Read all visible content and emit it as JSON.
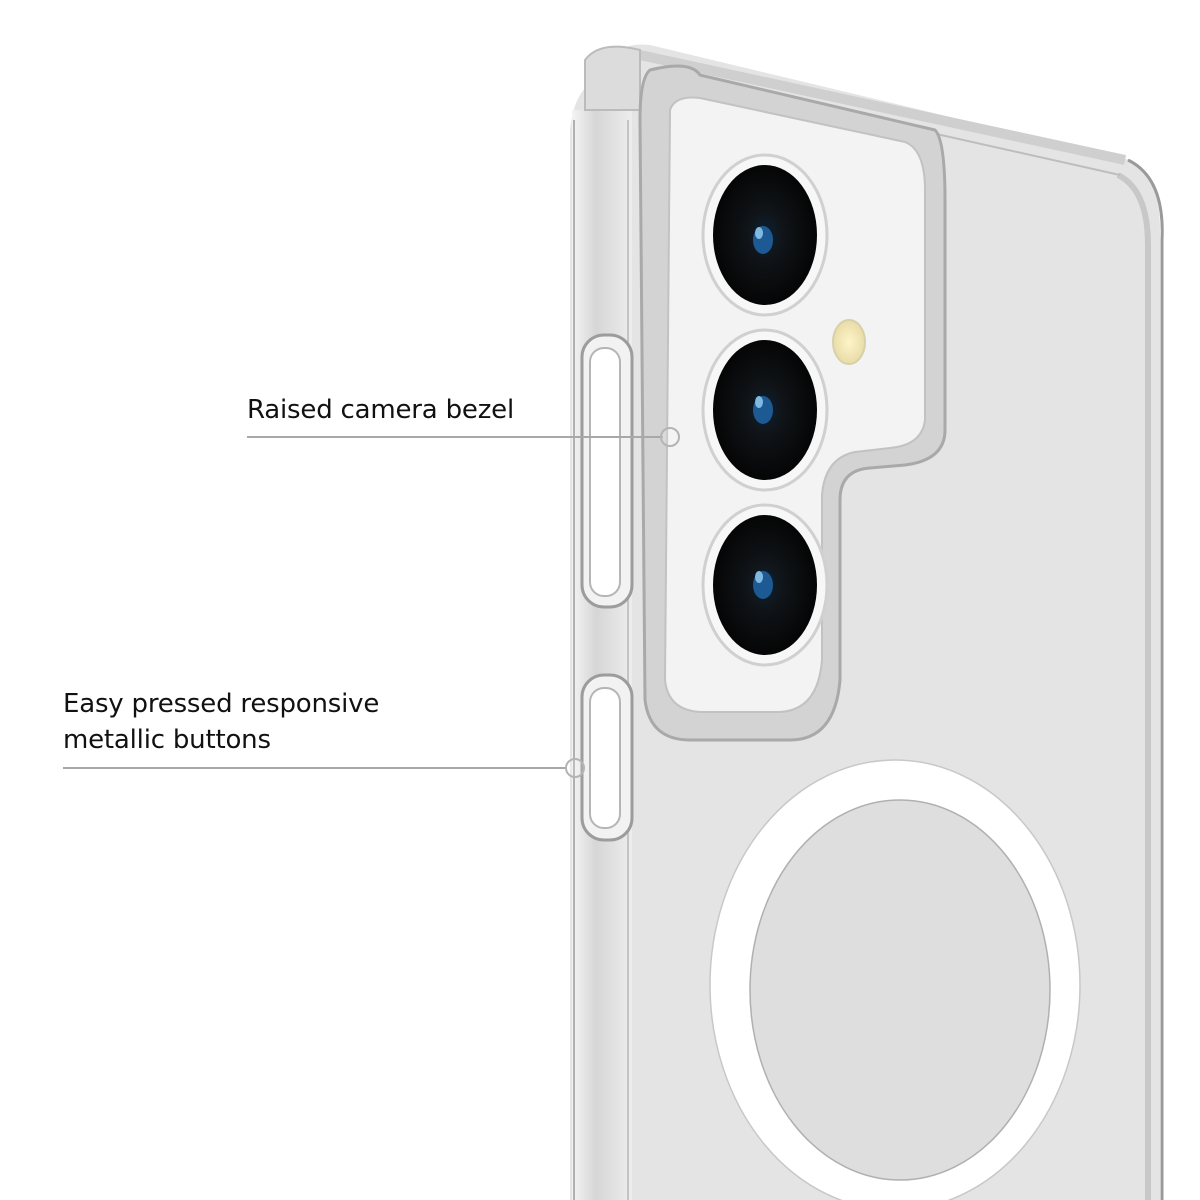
{
  "product": {
    "description": "Clear phone case with magnetic ring, rear view",
    "colors": {
      "background": "#ffffff",
      "case_body": "#e2e2e2",
      "case_edge": "#c8c8c8",
      "camera_plate": "#f2f2f2",
      "lens": "#0a0a0a",
      "lens_glint": "#2a6aa8",
      "flash": "#f3e6b0",
      "magnetic_ring": "#ffffff",
      "leader_line": "#a8a8a8"
    }
  },
  "callouts": [
    {
      "label": "Raised camera bezel"
    },
    {
      "label_line1": "Easy pressed responsive",
      "label_line2": "metallic buttons"
    }
  ]
}
